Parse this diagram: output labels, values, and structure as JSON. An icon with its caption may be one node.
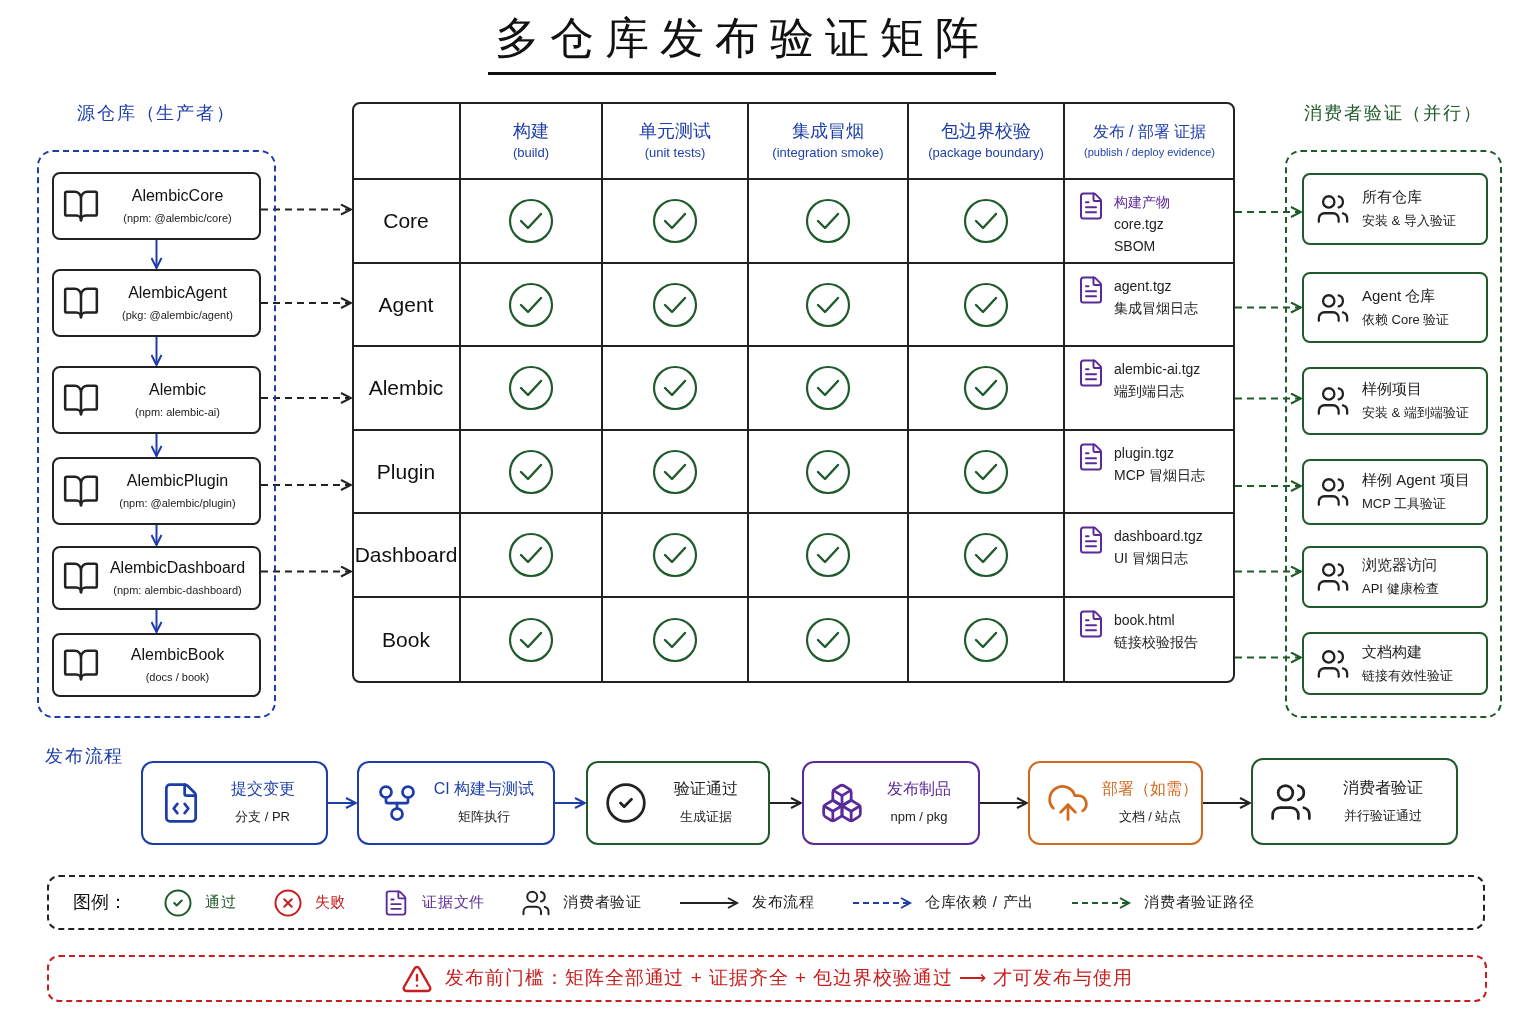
{
  "diagram": {
    "title": "多仓库发布验证矩阵",
    "nodes": [
      {
        "text": [
          "源仓库（生产者）"
        ]
      },
      {
        "text": [
          "AlembicCore",
          "(npm: @alembic/core)"
        ],
        "in": 0
      },
      {
        "text": [
          "AlembicAgent",
          "(pkg: @alembic/agent)"
        ],
        "in": 0
      },
      {
        "text": [
          "Alembic",
          "(npm: alembic-ai)"
        ],
        "in": 0
      },
      {
        "text": [
          "AlembicPlugin",
          "(npm: @alembic/plugin)"
        ],
        "in": 0
      },
      {
        "text": [
          "AlembicDashboard",
          "(npm: alembic-dashboard)"
        ],
        "in": 0
      },
      {
        "text": [
          "AlembicBook",
          "(docs / book)"
        ],
        "in": 0
      },
      {
        "text": [
          "Core"
        ]
      },
      {
        "text": [
          "Agent"
        ]
      },
      {
        "text": [
          "Alembic"
        ]
      },
      {
        "text": [
          "Plugin"
        ]
      },
      {
        "text": [
          "Dashboard"
        ]
      },
      {
        "text": [
          "Book"
        ]
      },
      {
        "text": [
          "构建产物",
          "core.tgz",
          "SBOM"
        ]
      },
      {
        "text": [
          "agent.tgz",
          "集成冒烟日志"
        ]
      },
      {
        "text": [
          "alembic-ai.tgz",
          "端到端日志"
        ]
      },
      {
        "text": [
          "plugin.tgz",
          "MCP 冒烟日志"
        ]
      },
      {
        "text": [
          "dashboard.tgz",
          "UI 冒烟日志"
        ]
      },
      {
        "text": [
          "book.html",
          "链接校验报告"
        ]
      },
      {
        "text": [
          "消费者验证（并行）"
        ]
      },
      {
        "text": [
          "所有仓库",
          "安装 & 导入验证"
        ],
        "in": 19
      },
      {
        "text": [
          "Agent 仓库",
          "依赖 Core 验证"
        ],
        "in": 19
      },
      {
        "text": [
          "样例项目",
          "安装 & 端到端验证"
        ],
        "in": 19
      },
      {
        "text": [
          "样例 Agent 项目",
          "MCP 工具验证"
        ],
        "in": 19
      },
      {
        "text": [
          "浏览器访问",
          "API 健康检查"
        ],
        "in": 19
      },
      {
        "text": [
          "文档构建",
          "链接有效性验证"
        ],
        "in": 19
      },
      {
        "text": [
          "提交变更",
          "分支 / PR"
        ]
      },
      {
        "text": [
          "CI 构建与测试",
          "矩阵执行"
        ]
      },
      {
        "text": [
          "验证通过",
          "生成证据"
        ]
      },
      {
        "text": [
          "发布制品",
          "npm / pkg"
        ]
      },
      {
        "text": [
          "部署（如需）",
          "文档 / 站点"
        ]
      },
      {
        "text": [
          "消费者验证",
          "并行验证通过"
        ]
      },
      {
        "text": [
          "发布前门槛：矩阵全部通过 + 证据齐全 + 包边界校验通过 ⟶ 才可发布与使用"
        ]
      }
    ],
    "edges": [
      {
        "from": 1,
        "to": 2,
        "arrow": "to",
        "color": "#1d3ea8"
      },
      {
        "from": 2,
        "to": 3,
        "arrow": "to",
        "color": "#1d3ea8"
      },
      {
        "from": 3,
        "to": 4,
        "arrow": "to",
        "color": "#1d3ea8"
      },
      {
        "from": 4,
        "to": 5,
        "arrow": "to",
        "color": "#1d3ea8"
      },
      {
        "from": 5,
        "to": 6,
        "arrow": "to",
        "color": "#1d3ea8"
      },
      {
        "from": 1,
        "to": 7,
        "arrow": "to",
        "style": "dashed"
      },
      {
        "from": 2,
        "to": 8,
        "arrow": "to",
        "style": "dashed"
      },
      {
        "from": 3,
        "to": 9,
        "arrow": "to",
        "style": "dashed"
      },
      {
        "from": 4,
        "to": 10,
        "arrow": "to",
        "style": "dashed"
      },
      {
        "from": 5,
        "to": 11,
        "arrow": "to",
        "style": "dashed"
      },
      {
        "from": 13,
        "to": 20,
        "arrow": "to",
        "style": "dashed",
        "color": "#1e5a2a"
      },
      {
        "from": 14,
        "to": 21,
        "arrow": "to",
        "style": "dashed",
        "color": "#1e5a2a"
      },
      {
        "from": 15,
        "to": 22,
        "arrow": "to",
        "style": "dashed",
        "color": "#1e5a2a"
      },
      {
        "from": 16,
        "to": 23,
        "arrow": "to",
        "style": "dashed",
        "color": "#1e5a2a"
      },
      {
        "from": 17,
        "to": 24,
        "arrow": "to",
        "style": "dashed",
        "color": "#1e5a2a"
      },
      {
        "from": 18,
        "to": 25,
        "arrow": "to",
        "style": "dashed",
        "color": "#1e5a2a"
      },
      {
        "from": 26,
        "to": 27,
        "arrow": "to",
        "color": "#1d3ea8"
      },
      {
        "from": 27,
        "to": 28,
        "arrow": "to",
        "color": "#1d3ea8"
      },
      {
        "from": 28,
        "to": 29,
        "arrow": "to"
      },
      {
        "from": 29,
        "to": 30,
        "arrow": "to"
      },
      {
        "from": 30,
        "to": 31,
        "arrow": "to"
      }
    ],
    "labels": [
      "构建",
      "(build)",
      "单元测试",
      "(unit tests)",
      "集成冒烟",
      "(integration smoke)",
      "包边界校验",
      "(package boundary)",
      "发布 / 部署 证据",
      "(publish / deploy evidence)",
      "发布流程",
      "图例："
    ],
    "legend": [
      {
        "text": "通过"
      },
      {
        "text": "失败"
      },
      {
        "text": "证据文件"
      },
      {
        "text": "消费者验证"
      },
      {
        "text": "发布流程"
      },
      {
        "text": "仓库依赖 / 产出"
      },
      {
        "text": "消费者验证路径"
      }
    ]
  }
}
